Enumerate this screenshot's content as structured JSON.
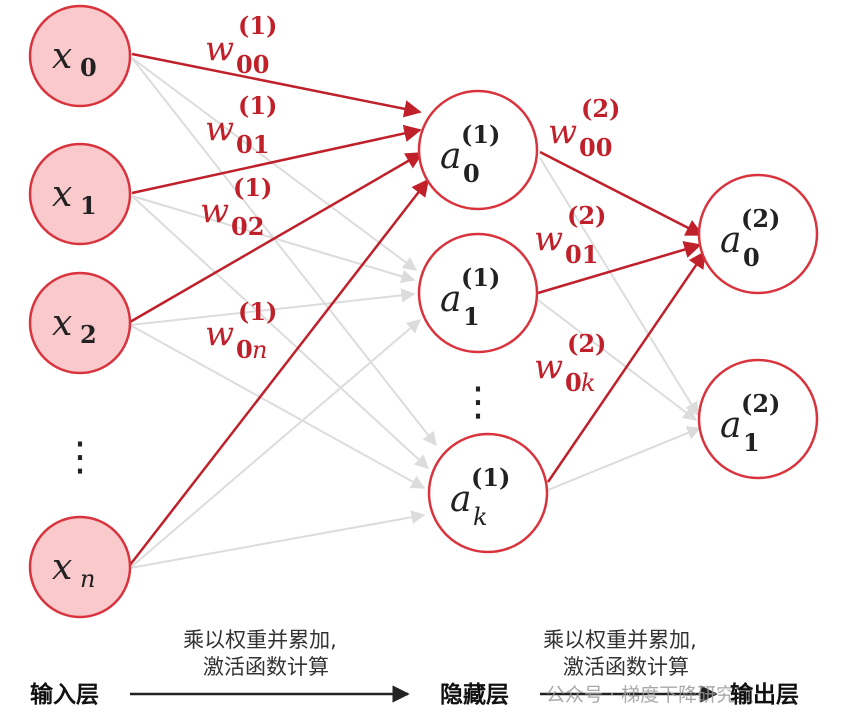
{
  "nodes": {
    "input": [
      {
        "id": "x0",
        "var": "x",
        "sub": "0",
        "sub_italic": false
      },
      {
        "id": "x1",
        "var": "x",
        "sub": "1",
        "sub_italic": false
      },
      {
        "id": "x2",
        "var": "x",
        "sub": "2",
        "sub_italic": false
      },
      {
        "id": "xn",
        "var": "x",
        "sub": "n",
        "sub_italic": true
      }
    ],
    "hidden": [
      {
        "id": "a0",
        "var": "a",
        "sub": "0",
        "sub_italic": false,
        "sup": "(1)"
      },
      {
        "id": "a1",
        "var": "a",
        "sub": "1",
        "sub_italic": false,
        "sup": "(1)"
      },
      {
        "id": "ak",
        "var": "a",
        "sub": "k",
        "sub_italic": true,
        "sup": "(1)"
      }
    ],
    "output": [
      {
        "id": "o0",
        "var": "a",
        "sub": "0",
        "sub_italic": false,
        "sup": "(2)"
      },
      {
        "id": "o1",
        "var": "a",
        "sub": "1",
        "sub_italic": false,
        "sup": "(2)"
      }
    ]
  },
  "weights": [
    {
      "id": "w00_1",
      "var": "w",
      "sub": "00",
      "sub_italic": false,
      "sup": "(1)"
    },
    {
      "id": "w01_1",
      "var": "w",
      "sub": "01",
      "sub_italic": false,
      "sup": "(1)"
    },
    {
      "id": "w02_1",
      "var": "w",
      "sub": "02",
      "sub_italic": false,
      "sup": "(1)"
    },
    {
      "id": "w0n_1",
      "var": "w",
      "sub": "0",
      "sub_tail": "n",
      "sup": "(1)"
    },
    {
      "id": "w00_2",
      "var": "w",
      "sub": "00",
      "sub_italic": false,
      "sup": "(2)"
    },
    {
      "id": "w01_2",
      "var": "w",
      "sub": "01",
      "sub_italic": false,
      "sup": "(2)"
    },
    {
      "id": "w0k_2",
      "var": "w",
      "sub": "0",
      "sub_tail": "k",
      "sup": "(2)"
    }
  ],
  "ellipsis": "⋮",
  "layers": {
    "input_label": "输入层",
    "hidden_label": "隐藏层",
    "output_label": "输出层"
  },
  "captions": {
    "first": [
      "乘以权重并累加,",
      "激活函数计算"
    ],
    "second": [
      "乘以权重并累加,",
      "激活函数计算"
    ]
  },
  "watermark": "公众号 · 梯度下降研究室",
  "colors": {
    "accent": "#c0202a",
    "input_fill": "#f9c9cc",
    "node_stroke": "#d9343d",
    "gray_edge": "#dcdcdc",
    "text_dark": "#333333"
  }
}
